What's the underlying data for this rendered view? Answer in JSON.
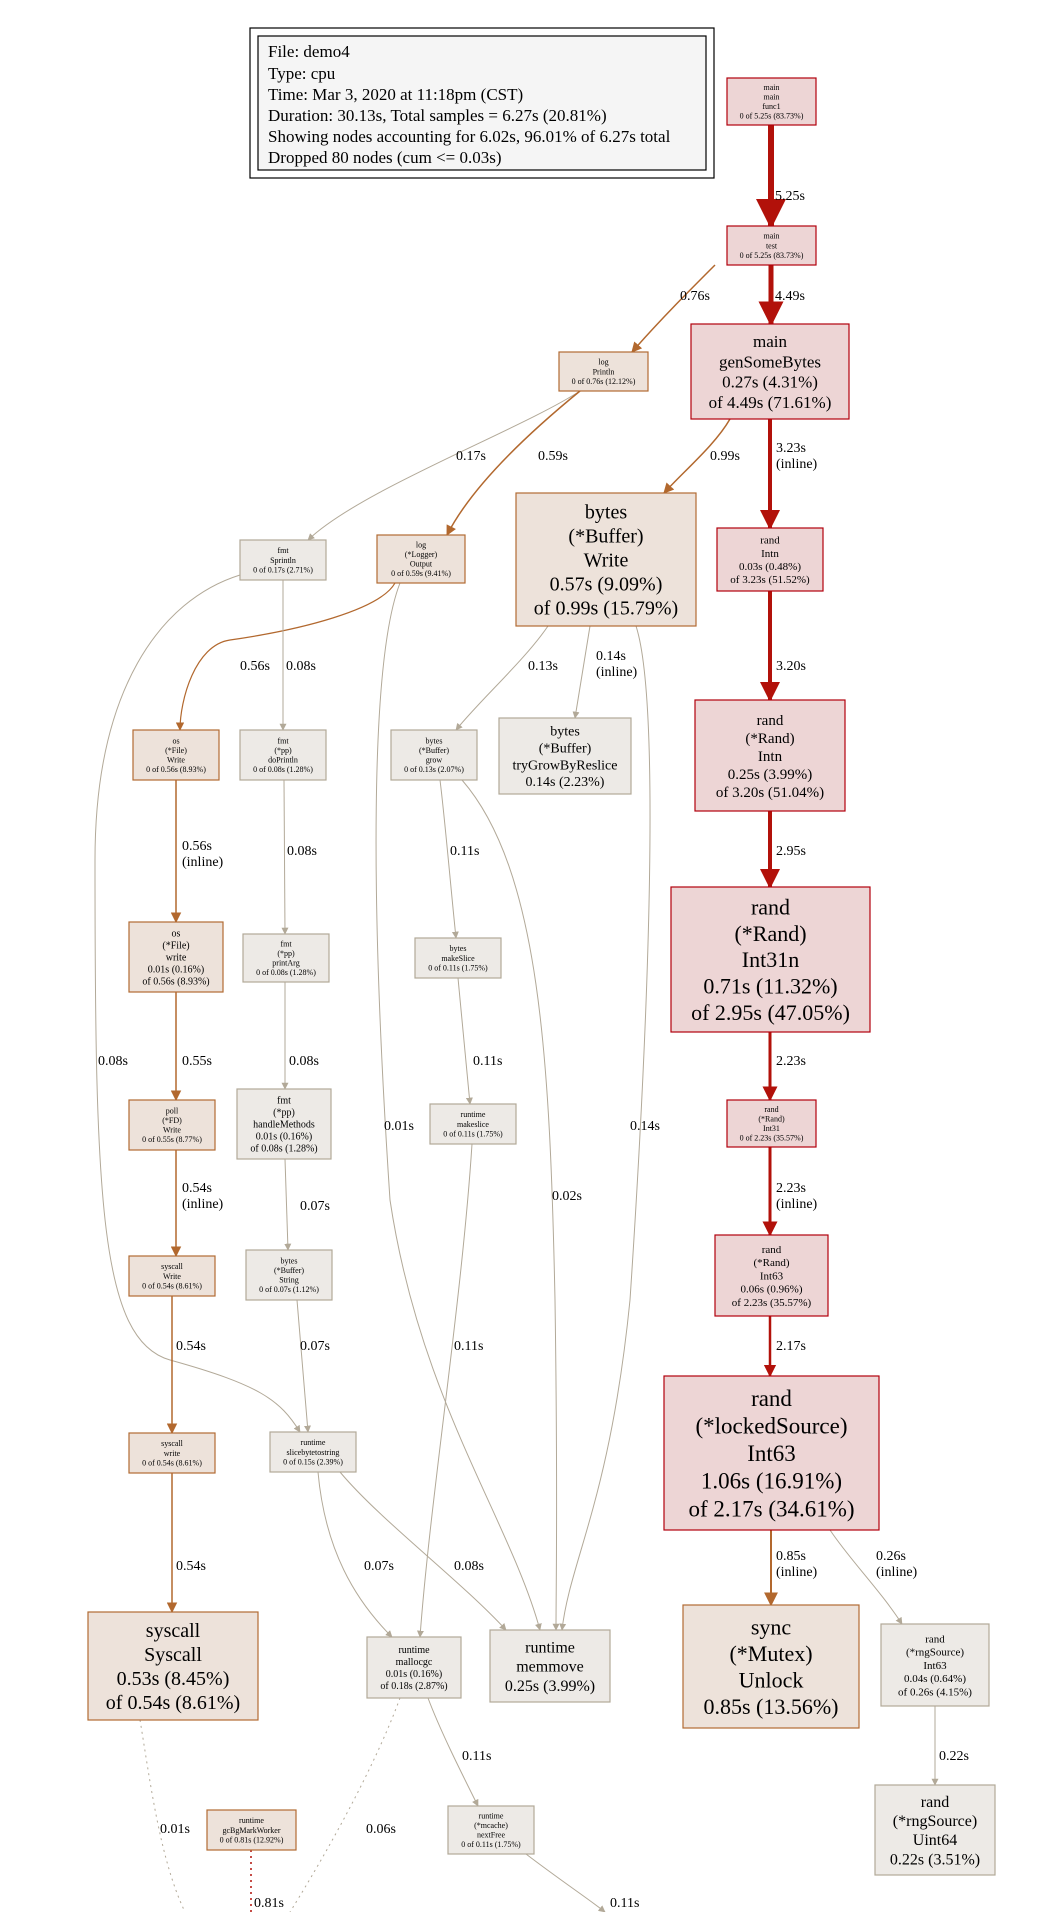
{
  "legend": {
    "lines": [
      "File: demo4",
      "Type: cpu",
      "Time: Mar 3, 2020 at 11:18pm (CST)",
      "Duration: 30.13s, Total samples = 6.27s (20.81%)",
      "Showing nodes accounting for 6.02s, 96.01% of 6.27s total",
      "Dropped 80 nodes (cum <= 0.03s)"
    ]
  },
  "colors": {
    "hot_fill": "#edd5d5",
    "hot_stroke": "#b2000d",
    "warm_fill": "#ede2da",
    "warm_stroke": "#b26b33",
    "cool_fill": "#edeae6",
    "cool_stroke": "#b2a998",
    "hot_edge": "#b2110a",
    "warm_edge": "#b2682e",
    "cool_edge": "#b2a998",
    "mid_edge": "#b28c5c"
  },
  "nodes": [
    {
      "id": "main_func1",
      "lines": [
        "main",
        "main",
        "func1",
        "0 of 5.25s (83.73%)"
      ]
    },
    {
      "id": "main_test",
      "lines": [
        "main",
        "test",
        "0 of 5.25s (83.73%)"
      ]
    },
    {
      "id": "log_println",
      "lines": [
        "log",
        "Println",
        "0 of 0.76s (12.12%)"
      ]
    },
    {
      "id": "main_gensomebytes",
      "lines": [
        "main",
        "genSomeBytes",
        "0.27s (4.31%)",
        "of 4.49s (71.61%)"
      ]
    },
    {
      "id": "fmt_sprintln",
      "lines": [
        "fmt",
        "Sprintln",
        "0 of 0.17s (2.71%)"
      ]
    },
    {
      "id": "log_output",
      "lines": [
        "log",
        "(*Logger)",
        "Output",
        "0 of 0.59s (9.41%)"
      ]
    },
    {
      "id": "bytes_write",
      "lines": [
        "bytes",
        "(*Buffer)",
        "Write",
        "0.57s (9.09%)",
        "of 0.99s (15.79%)"
      ]
    },
    {
      "id": "rand_intn",
      "lines": [
        "rand",
        "Intn",
        "0.03s (0.48%)",
        "of 3.23s (51.52%)"
      ]
    },
    {
      "id": "bytes_trygrow",
      "lines": [
        "bytes",
        "(*Buffer)",
        "tryGrowByReslice",
        "0.14s (2.23%)"
      ]
    },
    {
      "id": "os_file_write",
      "lines": [
        "os",
        "(*File)",
        "Write",
        "0 of 0.56s (8.93%)"
      ]
    },
    {
      "id": "fmt_doprintln",
      "lines": [
        "fmt",
        "(*pp)",
        "doPrintln",
        "0 of 0.08s (1.28%)"
      ]
    },
    {
      "id": "bytes_grow",
      "lines": [
        "bytes",
        "(*Buffer)",
        "grow",
        "0 of 0.13s (2.07%)"
      ]
    },
    {
      "id": "rand_rand_intn",
      "lines": [
        "rand",
        "(*Rand)",
        "Intn",
        "0.25s (3.99%)",
        "of 3.20s (51.04%)"
      ]
    },
    {
      "id": "os_file_write2",
      "lines": [
        "os",
        "(*File)",
        "write",
        "0.01s (0.16%)",
        "of 0.56s (8.93%)"
      ]
    },
    {
      "id": "fmt_printarg",
      "lines": [
        "fmt",
        "(*pp)",
        "printArg",
        "0 of 0.08s (1.28%)"
      ]
    },
    {
      "id": "bytes_makeslice",
      "lines": [
        "bytes",
        "makeSlice",
        "0 of 0.11s (1.75%)"
      ]
    },
    {
      "id": "rand_int31n",
      "lines": [
        "rand",
        "(*Rand)",
        "Int31n",
        "0.71s (11.32%)",
        "of 2.95s (47.05%)"
      ]
    },
    {
      "id": "poll_fd_write",
      "lines": [
        "poll",
        "(*FD)",
        "Write",
        "0 of 0.55s (8.77%)"
      ]
    },
    {
      "id": "fmt_handlemethods",
      "lines": [
        "fmt",
        "(*pp)",
        "handleMethods",
        "0.01s (0.16%)",
        "of 0.08s (1.28%)"
      ]
    },
    {
      "id": "runtime_makeslice",
      "lines": [
        "runtime",
        "makeslice",
        "0 of 0.11s (1.75%)"
      ]
    },
    {
      "id": "rand_int31",
      "lines": [
        "rand",
        "(*Rand)",
        "Int31",
        "0 of 2.23s (35.57%)"
      ]
    },
    {
      "id": "rand_int63",
      "lines": [
        "rand",
        "(*Rand)",
        "Int63",
        "0.06s (0.96%)",
        "of 2.23s (35.57%)"
      ]
    },
    {
      "id": "syscall_write_cap",
      "lines": [
        "syscall",
        "Write",
        "0 of 0.54s (8.61%)"
      ]
    },
    {
      "id": "bytes_string",
      "lines": [
        "bytes",
        "(*Buffer)",
        "String",
        "0 of 0.07s (1.12%)"
      ]
    },
    {
      "id": "rand_locked_int63",
      "lines": [
        "rand",
        "(*lockedSource)",
        "Int63",
        "1.06s (16.91%)",
        "of 2.17s (34.61%)"
      ]
    },
    {
      "id": "syscall_write",
      "lines": [
        "syscall",
        "write",
        "0 of 0.54s (8.61%)"
      ]
    },
    {
      "id": "runtime_slicebyte",
      "lines": [
        "runtime",
        "slicebytetostring",
        "0 of 0.15s (2.39%)"
      ]
    },
    {
      "id": "syscall_syscall",
      "lines": [
        "syscall",
        "Syscall",
        "0.53s (8.45%)",
        "of 0.54s (8.61%)"
      ]
    },
    {
      "id": "runtime_mallocgc",
      "lines": [
        "runtime",
        "mallocgc",
        "0.01s (0.16%)",
        "of 0.18s (2.87%)"
      ]
    },
    {
      "id": "runtime_memmove",
      "lines": [
        "runtime",
        "memmove",
        "0.25s (3.99%)"
      ]
    },
    {
      "id": "sync_unlock",
      "lines": [
        "sync",
        "(*Mutex)",
        "Unlock",
        "0.85s (13.56%)"
      ]
    },
    {
      "id": "rand_rngsource_int63",
      "lines": [
        "rand",
        "(*rngSource)",
        "Int63",
        "0.04s (0.64%)",
        "of 0.26s (4.15%)"
      ]
    },
    {
      "id": "runtime_gcbgmark",
      "lines": [
        "runtime",
        "gcBgMarkWorker",
        "0 of 0.81s (12.92%)"
      ]
    },
    {
      "id": "runtime_nextfree",
      "lines": [
        "runtime",
        "(*mcache)",
        "nextFree",
        "0 of 0.11s (1.75%)"
      ]
    },
    {
      "id": "rand_uint64",
      "lines": [
        "rand",
        "(*rngSource)",
        "Uint64",
        "0.22s (3.51%)"
      ]
    }
  ],
  "edges": [
    {
      "id": "e1",
      "from": "main_func1",
      "to": "main_test",
      "lines": [
        "5.25s"
      ]
    },
    {
      "id": "e2",
      "from": "main_test",
      "to": "log_println",
      "lines": [
        "0.76s"
      ]
    },
    {
      "id": "e3",
      "from": "main_test",
      "to": "main_gensomebytes",
      "lines": [
        "4.49s"
      ]
    },
    {
      "id": "e4",
      "from": "log_println",
      "to": "fmt_sprintln",
      "lines": [
        "0.17s"
      ]
    },
    {
      "id": "e5",
      "from": "log_println",
      "to": "log_output",
      "lines": [
        "0.59s"
      ]
    },
    {
      "id": "e6",
      "from": "main_gensomebytes",
      "to": "bytes_write",
      "lines": [
        "0.99s"
      ]
    },
    {
      "id": "e7",
      "from": "main_gensomebytes",
      "to": "rand_intn",
      "lines": [
        "3.23s",
        "(inline)"
      ]
    },
    {
      "id": "e8",
      "from": "log_output",
      "to": "os_file_write",
      "lines": [
        "0.56s"
      ]
    },
    {
      "id": "e9",
      "from": "fmt_sprintln",
      "to": "fmt_doprintln",
      "lines": [
        "0.08s"
      ]
    },
    {
      "id": "e10",
      "from": "bytes_write",
      "to": "bytes_grow",
      "lines": [
        "0.13s"
      ]
    },
    {
      "id": "e11",
      "from": "bytes_write",
      "to": "bytes_trygrow",
      "lines": [
        "0.14s",
        "(inline)"
      ]
    },
    {
      "id": "e12",
      "from": "rand_intn",
      "to": "rand_rand_intn",
      "lines": [
        "3.20s"
      ]
    },
    {
      "id": "e13",
      "from": "os_file_write",
      "to": "os_file_write2",
      "lines": [
        "0.56s",
        "(inline)"
      ]
    },
    {
      "id": "e14",
      "from": "fmt_doprintln",
      "to": "fmt_printarg",
      "lines": [
        "0.08s"
      ]
    },
    {
      "id": "e15",
      "from": "bytes_grow",
      "to": "bytes_makeslice",
      "lines": [
        "0.11s"
      ]
    },
    {
      "id": "e16",
      "from": "rand_rand_intn",
      "to": "rand_int31n",
      "lines": [
        "2.95s"
      ]
    },
    {
      "id": "e17",
      "from": "fmt_sprintln",
      "to": "runtime_slicebyte",
      "lines": [
        "0.08s"
      ]
    },
    {
      "id": "e18",
      "from": "os_file_write2",
      "to": "poll_fd_write",
      "lines": [
        "0.55s"
      ]
    },
    {
      "id": "e19",
      "from": "fmt_printarg",
      "to": "fmt_handlemethods",
      "lines": [
        "0.08s"
      ]
    },
    {
      "id": "e20",
      "from": "log_output",
      "to": "runtime_memmove",
      "lines": [
        "0.01s"
      ]
    },
    {
      "id": "e21",
      "from": "bytes_makeslice",
      "to": "runtime_makeslice",
      "lines": [
        "0.11s"
      ]
    },
    {
      "id": "e22",
      "from": "bytes_write",
      "to": "runtime_memmove",
      "lines": [
        "0.14s"
      ]
    },
    {
      "id": "e23",
      "from": "rand_int31n",
      "to": "rand_int31",
      "lines": [
        "2.23s"
      ]
    },
    {
      "id": "e24",
      "from": "poll_fd_write",
      "to": "syscall_write_cap",
      "lines": [
        "0.54s",
        "(inline)"
      ]
    },
    {
      "id": "e25",
      "from": "fmt_handlemethods",
      "to": "bytes_string",
      "lines": [
        "0.07s"
      ]
    },
    {
      "id": "e26",
      "from": "bytes_grow",
      "to": "runtime_memmove",
      "lines": [
        "0.02s"
      ]
    },
    {
      "id": "e27",
      "from": "rand_int31",
      "to": "rand_int63",
      "lines": [
        "2.23s",
        "(inline)"
      ]
    },
    {
      "id": "e28",
      "from": "syscall_write_cap",
      "to": "syscall_write",
      "lines": [
        "0.54s"
      ]
    },
    {
      "id": "e29",
      "from": "bytes_string",
      "to": "runtime_slicebyte",
      "lines": [
        "0.07s"
      ]
    },
    {
      "id": "e30",
      "from": "runtime_makeslice",
      "to": "runtime_mallocgc",
      "lines": [
        "0.11s"
      ]
    },
    {
      "id": "e31",
      "from": "rand_int63",
      "to": "rand_locked_int63",
      "lines": [
        "2.17s"
      ]
    },
    {
      "id": "e32",
      "from": "syscall_write",
      "to": "syscall_syscall",
      "lines": [
        "0.54s"
      ]
    },
    {
      "id": "e33",
      "from": "runtime_slicebyte",
      "to": "runtime_mallocgc",
      "lines": [
        "0.07s"
      ]
    },
    {
      "id": "e34",
      "from": "runtime_slicebyte",
      "to": "runtime_memmove",
      "lines": [
        "0.08s"
      ]
    },
    {
      "id": "e35",
      "from": "rand_locked_int63",
      "to": "sync_unlock",
      "lines": [
        "0.85s",
        "(inline)"
      ]
    },
    {
      "id": "e36",
      "from": "rand_locked_int63",
      "to": "rand_rngsource_int63",
      "lines": [
        "0.26s",
        "(inline)"
      ]
    },
    {
      "id": "e37",
      "from": "rand_rngsource_int63",
      "to": "rand_uint64",
      "lines": [
        "0.22s"
      ]
    },
    {
      "id": "e38",
      "from": "runtime_mallocgc",
      "to": "runtime_nextfree",
      "lines": [
        "0.11s"
      ]
    },
    {
      "id": "e39",
      "from": "syscall_syscall",
      "to": "offscreen",
      "lines": [
        "0.01s"
      ]
    },
    {
      "id": "e40",
      "from": "runtime_mallocgc",
      "to": "offscreen",
      "lines": [
        "0.06s"
      ]
    },
    {
      "id": "e41",
      "from": "runtime_gcbgmark",
      "to": "offscreen",
      "lines": [
        "0.81s"
      ]
    },
    {
      "id": "e42",
      "from": "runtime_nextfree",
      "to": "offscreen",
      "lines": [
        "0.11s"
      ]
    }
  ]
}
